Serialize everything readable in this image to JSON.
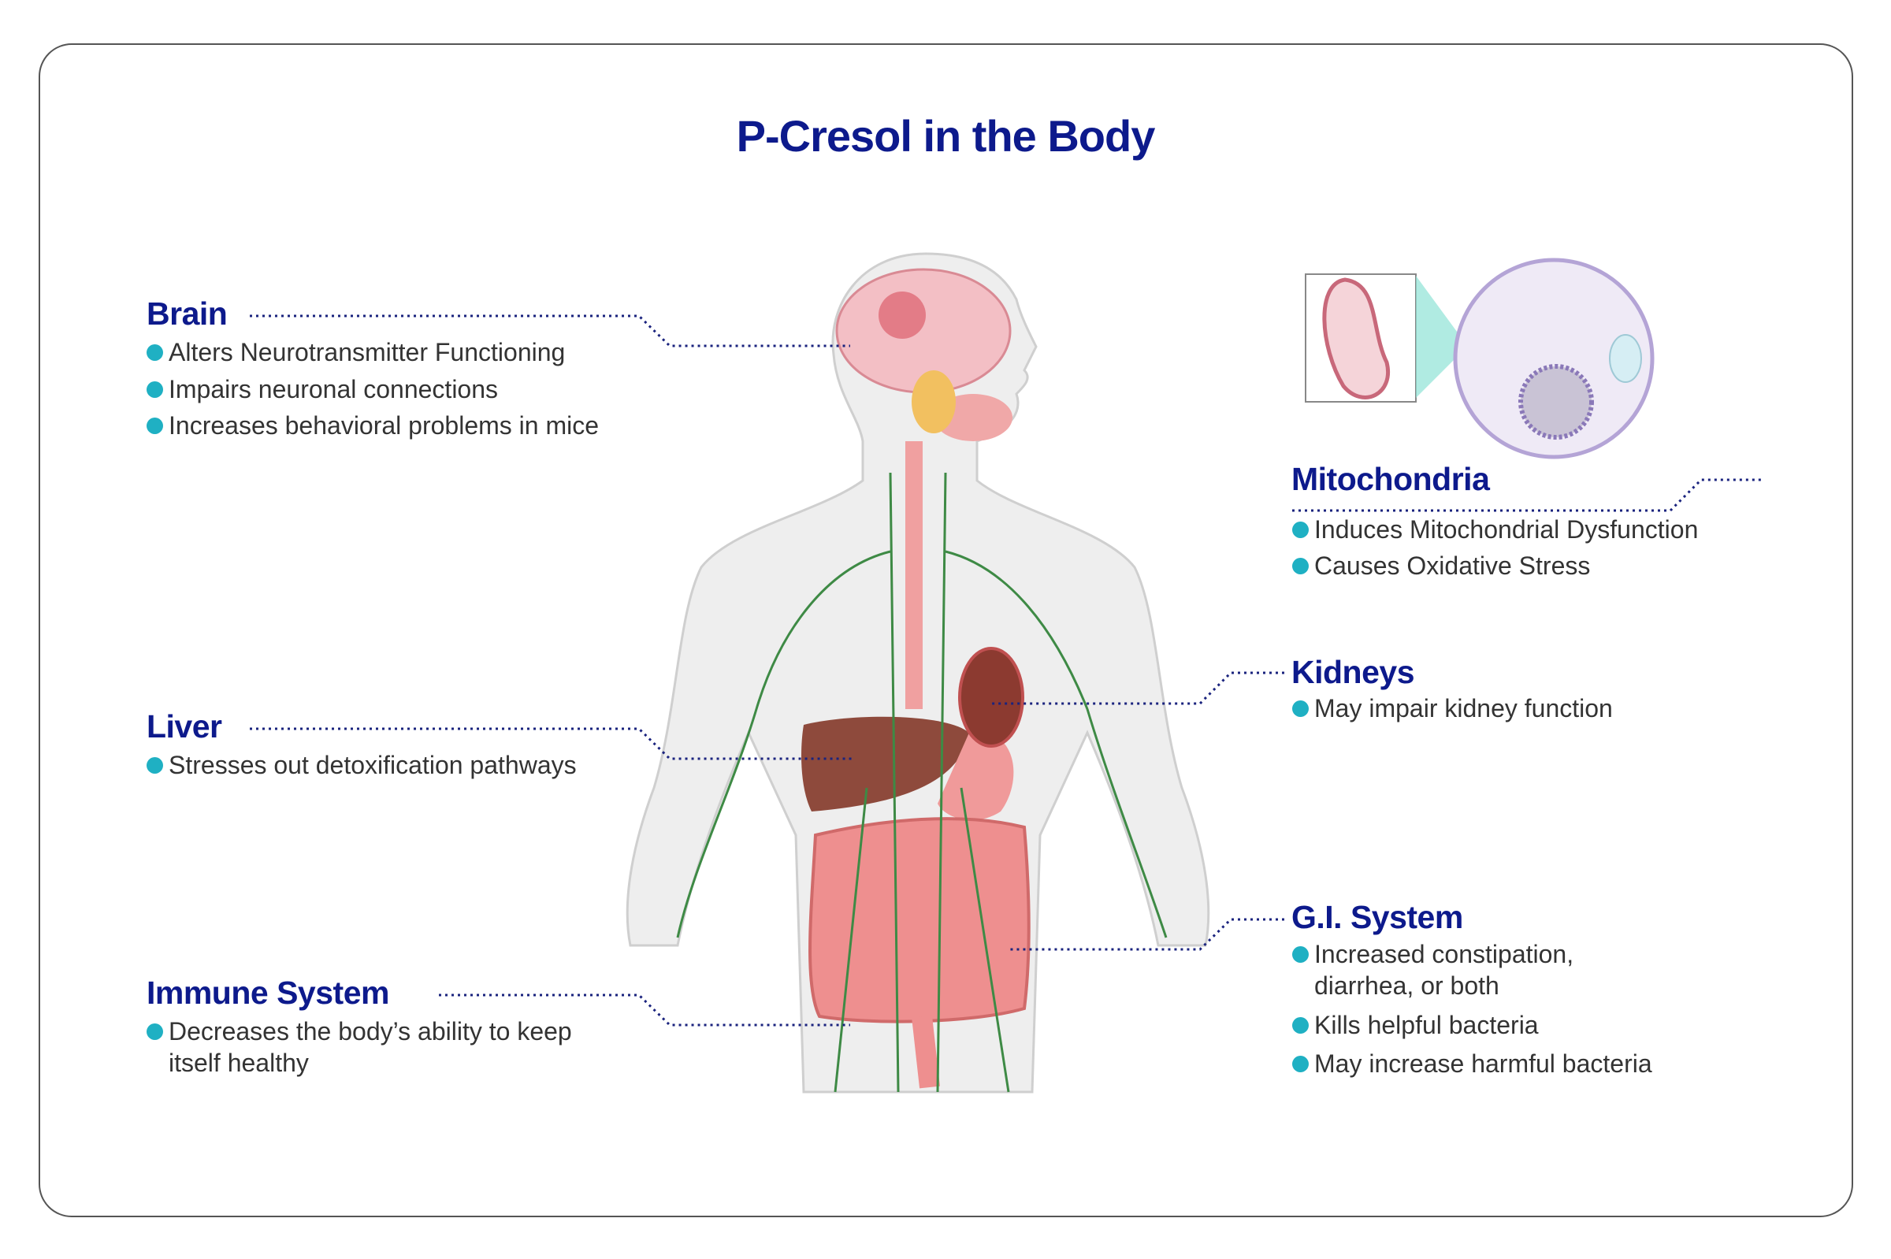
{
  "title": "P-Cresol in the Body",
  "colors": {
    "heading": "#0d1a8c",
    "bullet": "#1fb0c3",
    "text": "#333333"
  },
  "sections": {
    "brain": {
      "heading": "Brain",
      "bullets": [
        "Alters Neurotransmitter Functioning",
        "Impairs neuronal connections",
        "Increases behavioral problems in mice"
      ]
    },
    "liver": {
      "heading": "Liver",
      "bullets": [
        "Stresses out detoxification pathways"
      ]
    },
    "immune": {
      "heading": "Immune System",
      "bullets": [
        "Decreases the body’s ability to keep itself healthy"
      ]
    },
    "mitochondria": {
      "heading": "Mitochondria",
      "bullets": [
        "Induces Mitochondrial Dysfunction",
        "Causes Oxidative Stress"
      ]
    },
    "kidneys": {
      "heading": "Kidneys",
      "bullets": [
        "May impair kidney function"
      ]
    },
    "gi": {
      "heading": "G.I. System",
      "bullets": [
        "Increased constipation, diarrhea, or both",
        "Kills helpful bacteria",
        "May increase harmful bacteria"
      ]
    }
  }
}
